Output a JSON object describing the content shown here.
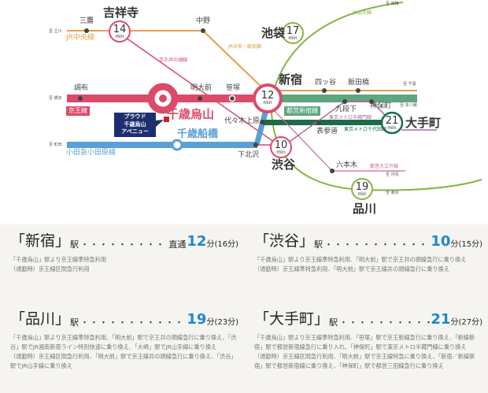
{
  "map": {
    "lines": {
      "jr_chuo": "JR中央線",
      "jr_chuo_sobu": "JR中央・総武線",
      "inokashira": "京王井の頭線",
      "keio": "京王線",
      "odakyu": "小田急小田原線",
      "toei_shinjuku": "都営新宿線",
      "hanzomon": "東京メトロ半蔵門線",
      "chiyoda": "東京メトロ千代田線",
      "yamanote": "JR山手線",
      "oedo": "都営大江戸線"
    },
    "destinations": {
      "tachikawa": "至 立川",
      "hashimoto": "至 橋本",
      "machida": "至 町田",
      "sugamo": "至 巣鴨",
      "chiba": "至 千葉",
      "motoyawata": "至 本八幡",
      "tsukishima": "至 月島",
      "tokyo": "至 東京"
    },
    "stations": {
      "mitaka": "三鷹",
      "kichijoji": "吉祥寺",
      "nakano": "中野",
      "chofu": "調布",
      "chitose_karasuyama": "千歳烏山",
      "meidaimae": "明大前",
      "sasazuka": "笹塚",
      "shinjuku": "新宿",
      "yotsuya": "四ッ谷",
      "iidabashi": "飯田橋",
      "kudanshita": "九段下",
      "jimbocho": "神保町",
      "otemachi": "大手町",
      "ikebukuro": "池袋",
      "yoyogi_uehara": "代々木上原",
      "omotesando": "表参道",
      "shimokitazawa": "下北沢",
      "shibuya": "渋谷",
      "roppongi": "六本木",
      "shinagawa": "品川",
      "chitose_funabashi": "千歳船橋"
    },
    "times": {
      "kichijoji": "14",
      "ikebukuro": "17",
      "shinjuku": "12",
      "otemachi": "21",
      "shibuya": "10",
      "shinagawa": "19",
      "unit": "min"
    },
    "property": [
      "プラウド",
      "千歳烏山",
      "アベニュー"
    ]
  },
  "routes": [
    {
      "station": "新宿",
      "eki": "駅",
      "dots": "・・・・・・・・・・・・・・・・・",
      "via": "直通",
      "minutes": "12",
      "unit": "分",
      "rush": "(16分)",
      "desc": [
        "「千歳烏山」駅より京王線準特急利用",
        "（通勤時）京王線区間急行利用"
      ]
    },
    {
      "station": "渋谷",
      "eki": "駅",
      "dots": "・・・・・・・・・・・・・・・・・・・・",
      "via": "",
      "minutes": "10",
      "unit": "分",
      "rush": "(15分)",
      "desc": [
        "「千歳烏山」駅より京王線準特急利用、「明大前」駅で京王井の頭線急行に乗り換え",
        "（通勤時）京王線準特急利用、「明大前」駅で京王線井の頭線急行に乗り換え"
      ]
    },
    {
      "station": "品川",
      "eki": "駅",
      "dots": "・・・・・・・・・・・・・・・・・・・・",
      "via": "",
      "minutes": "19",
      "unit": "分",
      "rush": "(23分)",
      "desc": [
        "「千歳烏山」駅より京王線準特急利用、「明大前」駅で京王井の頭線急行に乗り換え、「渋谷」駅でJR湘南新宿ライン特別快速に乗り換え、「大崎」駅でJR山手線に乗り換え",
        "（通勤時）京王線区間急行利用、「明大前」駅で京王線井の頭線急行に乗り換え、「渋谷」駅でJR山手線に乗り換え"
      ]
    },
    {
      "station": "大手町",
      "eki": "駅",
      "dots": "・・・・・・・・・・・・・・・・・・",
      "via": "",
      "minutes": "21",
      "unit": "分",
      "rush": "(27分)",
      "desc": [
        "「千歳烏山」駅より京王線準特急利用、「笹塚」駅で京王新線急行に乗り換え、「新線新宿」駅で都営新宿線急行に乗り入れ、「神保町」駅で東京メトロ半蔵門線に乗り換え",
        "（通勤時）京王線区間急行利用、「明大前」駅で京王線特急に乗り換え、「新宿／新線新宿」駅で都営新宿線に乗り換え、「神保町」駅で都営三田線急行に乗り換え"
      ]
    }
  ],
  "colors": {
    "keio": "#dc4a6a",
    "chuo": "#e8a04a",
    "odakyu": "#5a9fd6",
    "toei": "#5fa57f",
    "chiyoda": "#1e6b4a",
    "yamanote": "#86b545",
    "hanzomon": "#a66aa8",
    "oedo": "#d0688f",
    "accent": "#1e88c9",
    "navy": "#1d2e6e"
  }
}
